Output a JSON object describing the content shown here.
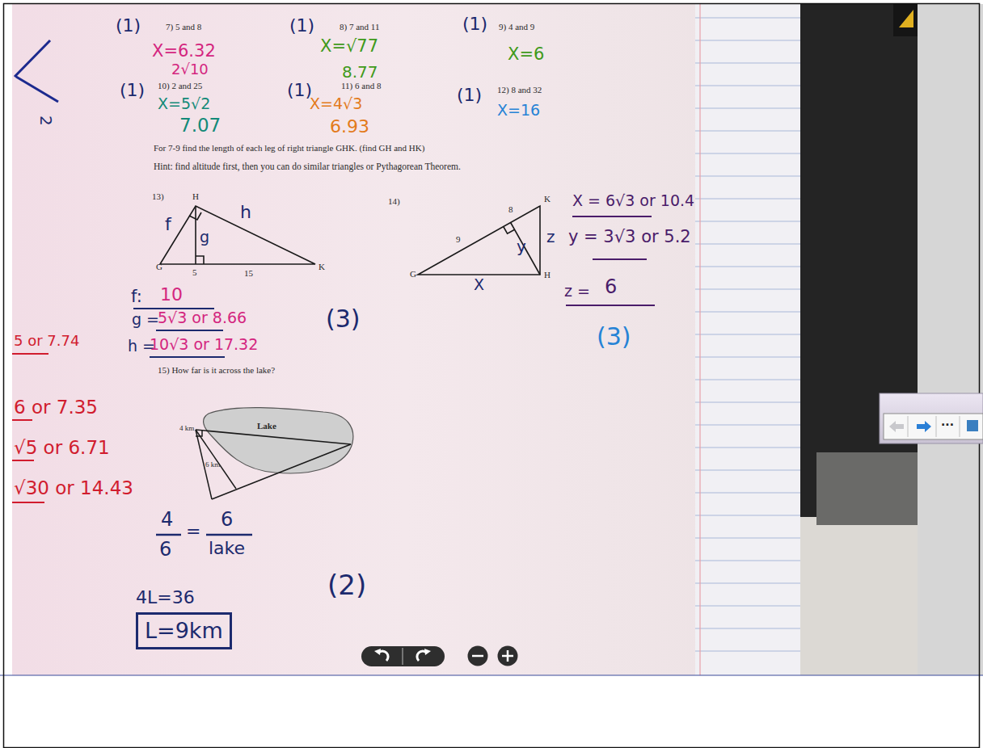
{
  "diagram": {
    "nodes": [
      {
        "text": [
          "L=9km"
        ]
      }
    ],
    "labels": [
      "(1)",
      "7) 5 and 8",
      "X=6.32",
      "2√10",
      "(1)",
      "8) 7 and 11",
      "X=√77",
      "8.77",
      "(1)",
      "9) 4 and 9",
      "X=6",
      "(1)",
      "10) 2 and 25",
      "X=5√2",
      "7.07",
      "(1)",
      "11) 6 and 8",
      "X=4√3",
      "6.93",
      "(1)",
      "12) 8 and 32",
      "X=16",
      "For 7-9 find the length of each leg of right triangle GHK. (find GH and HK)",
      "Hint: find altitude first, then you can do similar triangles or Pythagorean Theorem.",
      "13)",
      "H",
      "f",
      "g",
      "h",
      "G",
      "5",
      "15",
      "K",
      "f:",
      "10",
      "g =",
      "5√3 or 8.66",
      "h =",
      "10√3 or 17.32",
      "(3)",
      "14)",
      "K",
      "8",
      "9",
      "y",
      "z",
      "G",
      "X",
      "H",
      "X = 6√3 or 10.4",
      "y = 3√3 or 5.2",
      "z =",
      "6",
      "(3)",
      "5 or 7.74",
      "15) How far is it across the lake?",
      "Lake",
      "4 km",
      "6 km",
      "6 or 7.35",
      "√5 or 6.71",
      "√30 or 14.43",
      "4",
      "6",
      "=",
      "6",
      "lake",
      "4L=36",
      "(2)",
      "2",
      "..."
    ]
  }
}
